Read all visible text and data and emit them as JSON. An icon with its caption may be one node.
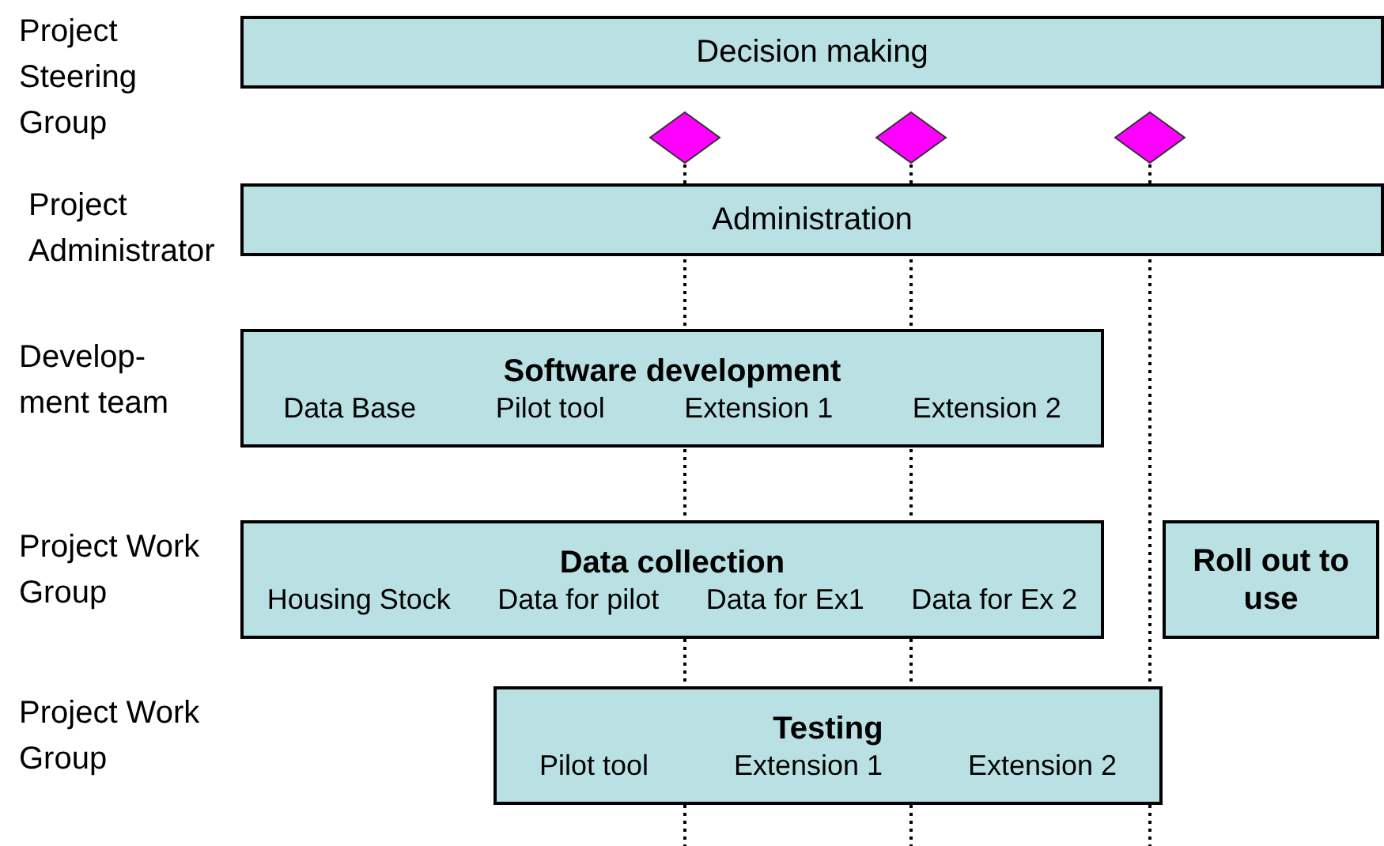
{
  "diagram": {
    "nodes": [
      {
        "text": [
          "Decision making"
        ]
      },
      {
        "text": [],
        "shape": "diamond"
      },
      {
        "text": [],
        "shape": "diamond"
      },
      {
        "text": [],
        "shape": "diamond"
      },
      {
        "text": [
          "Administration"
        ]
      },
      {
        "text": [
          "Software development",
          "Data Base",
          "Pilot tool",
          "Extension 1",
          "Extension 2"
        ]
      },
      {
        "text": [
          "Data collection",
          "Housing Stock",
          "Data for pilot",
          "Data for Ex1",
          "Data for Ex 2"
        ]
      },
      {
        "text": [
          "Roll out to use"
        ]
      },
      {
        "text": [
          "Testing",
          "Pilot tool",
          "Extension 1",
          "Extension 2"
        ]
      }
    ],
    "labels": [
      "Project Steering Group",
      "Project Administrator",
      "Develop-ment team",
      "Project Work Group",
      "Project Work Group"
    ]
  }
}
